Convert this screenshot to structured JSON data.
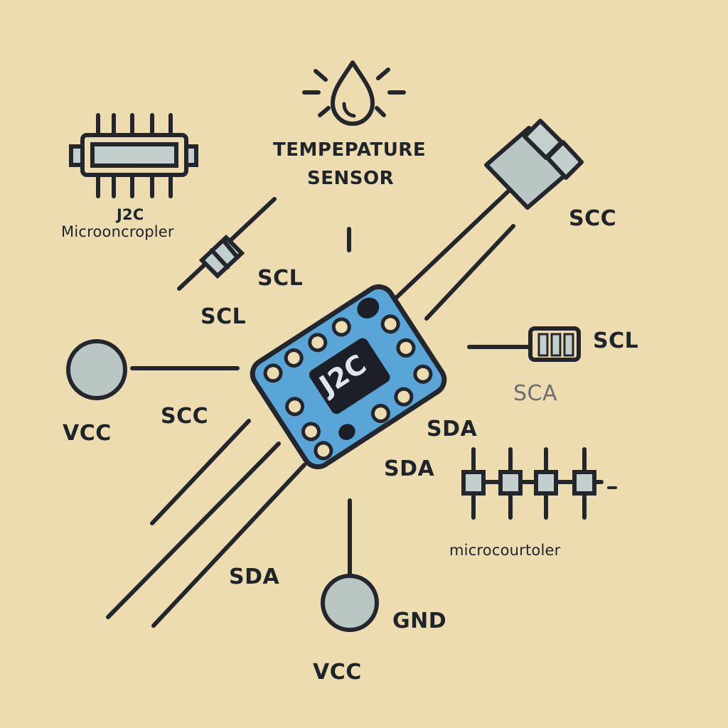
{
  "title_lines": [
    "TEMPEPATURE",
    "SENSOR"
  ],
  "chip": {
    "label": "J2C"
  },
  "left_ic": {
    "label_top": "J2C",
    "label_bottom": "Microoncropler"
  },
  "right_ic": {
    "label": "microcourtoler"
  },
  "labels": {
    "scc_top_right": "SCC",
    "scl_upper": "SCL",
    "scl_left": "SCL",
    "scl_right": "SCL",
    "sca_right": "SCA",
    "vcc_left": "VCC",
    "scc_left": "SCC",
    "sda_chip": "SDA",
    "sda_chip_lower": "SDA",
    "sda_bottom_left": "SDA",
    "gnd": "GND",
    "vcc_bottom": "VCC"
  },
  "colors": {
    "background": "#ecdcb0",
    "stroke": "#23272d",
    "board_blue": "#5aa5d8",
    "chip_black": "#1c2026",
    "terminal_fill": "#b9c6c4",
    "component_grey": "#c3cfcd"
  },
  "icons": [
    "water-drop-icon",
    "plug-icon",
    "resistor-icon"
  ]
}
